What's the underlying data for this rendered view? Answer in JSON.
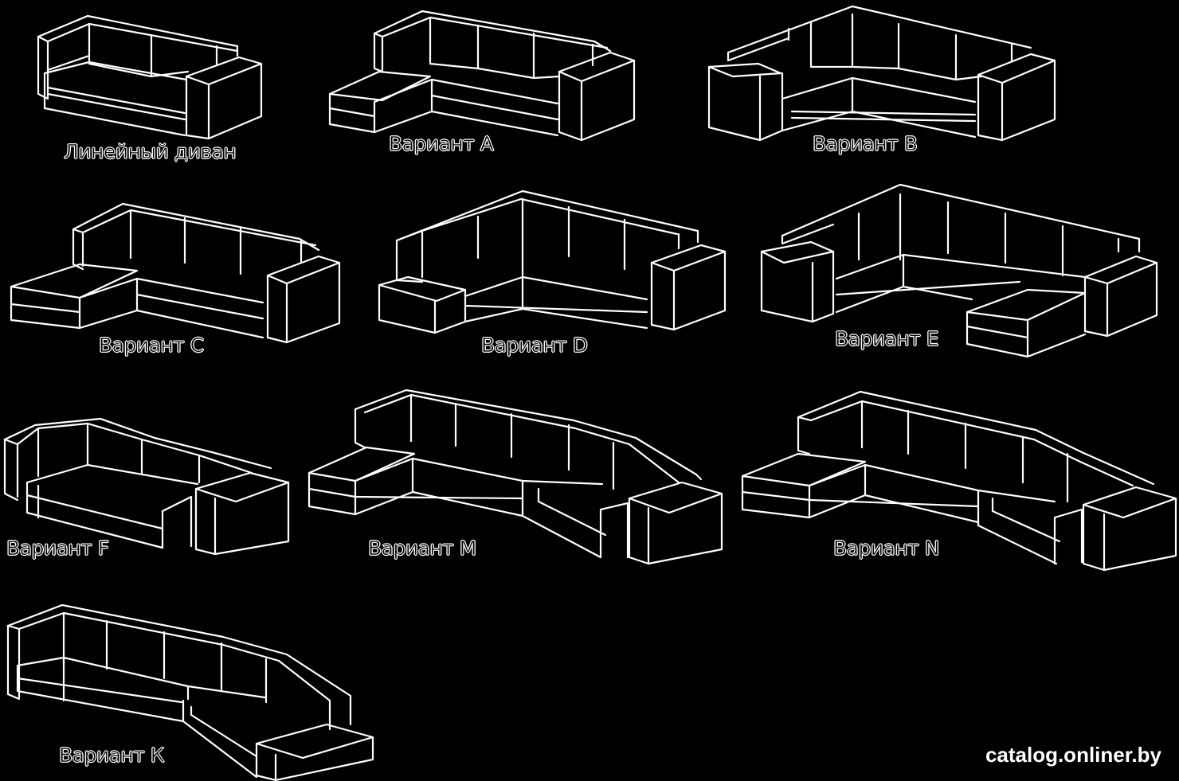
{
  "colors": {
    "background": "#000000",
    "line": "#ffffff"
  },
  "labels": {
    "linear": "Линейный диван",
    "a": "Вариант А",
    "b": "Вариант В",
    "c": "Вариант С",
    "d": "Вариант D",
    "e": "Вариант Е",
    "f": "Вариант F",
    "m": "Вариант М",
    "n": "Вариант N",
    "k": "Вариант К"
  },
  "watermark": "catalog.onliner.by"
}
